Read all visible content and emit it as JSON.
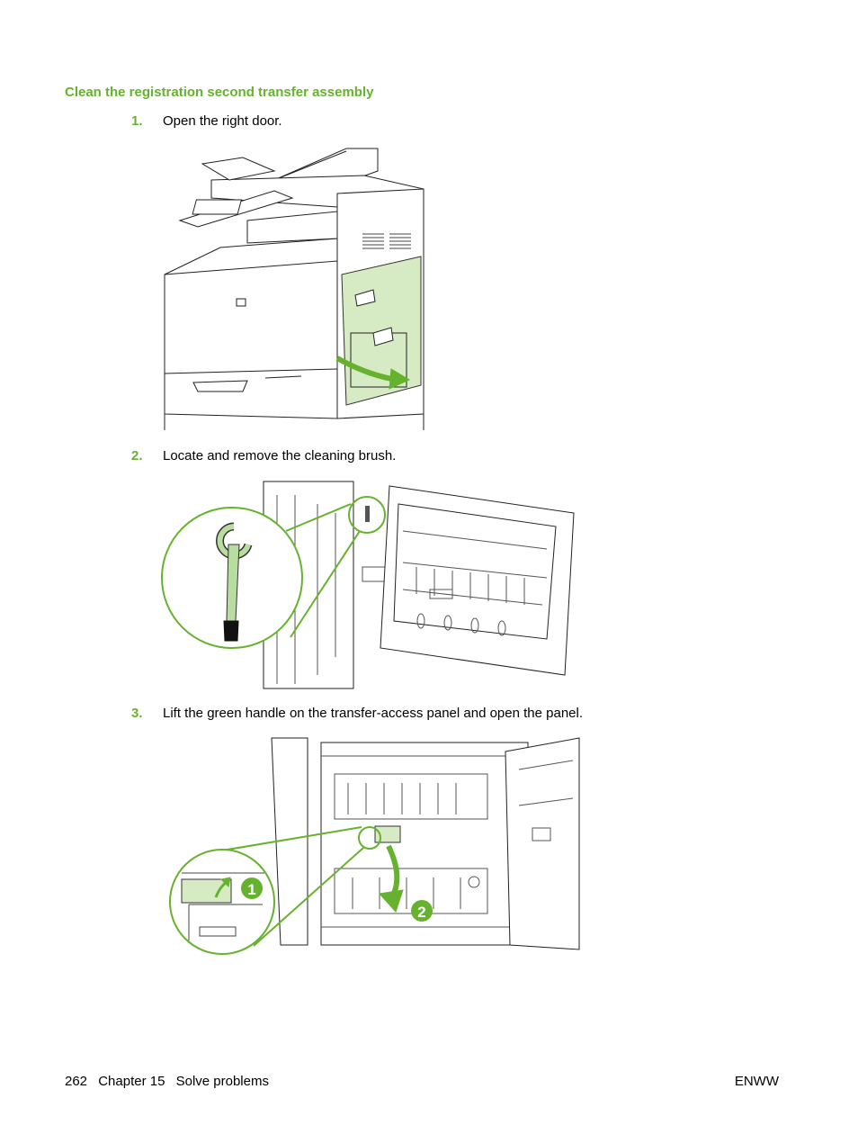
{
  "heading": "Clean the registration second transfer assembly",
  "steps": [
    {
      "num": "1.",
      "text": "Open the right door."
    },
    {
      "num": "2.",
      "text": "Locate and remove the cleaning brush."
    },
    {
      "num": "3.",
      "text": "Lift the green handle on the transfer-access panel and open the panel."
    }
  ],
  "callouts": {
    "first": "1",
    "second": "2"
  },
  "footer": {
    "page": "262",
    "chapter": "Chapter 15",
    "section": "Solve problems",
    "right": "ENWW"
  },
  "colors": {
    "accent": "#66B22E",
    "highlight_fill": "#D6EBC4"
  }
}
